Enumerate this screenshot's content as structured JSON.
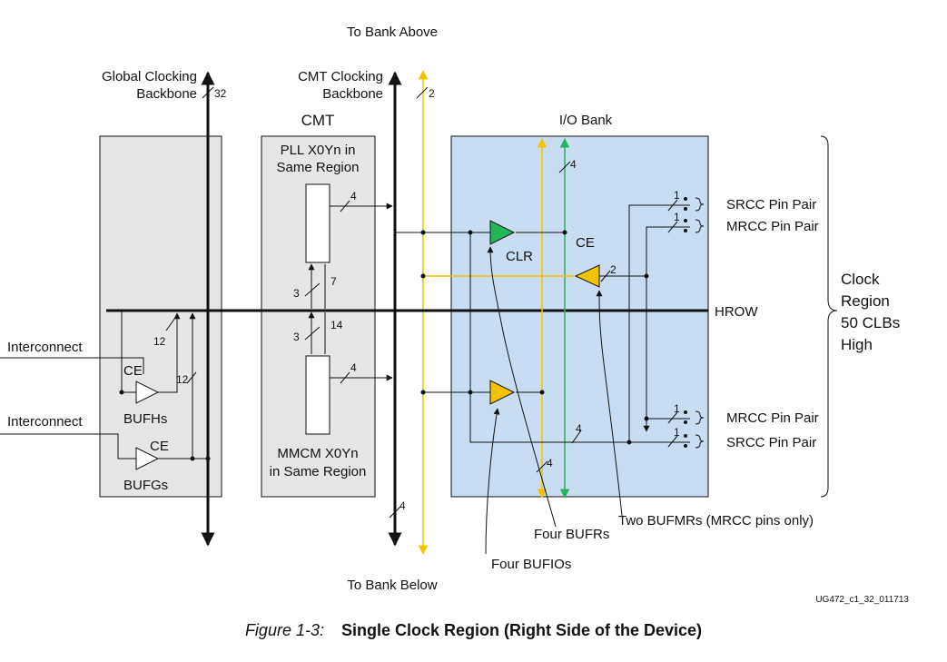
{
  "labels": {
    "to_bank_above": "To Bank Above",
    "to_bank_below": "To Bank Below",
    "global_backbone_1": "Global Clocking",
    "global_backbone_2": "Backbone",
    "global_width": "32",
    "cmt_backbone_1": "CMT Clocking",
    "cmt_backbone_2": "Backbone",
    "cmt_backbone_width": "2",
    "cmt_title": "CMT",
    "io_title": "I/O Bank",
    "pll_1": "PLL X0Yn in",
    "pll_2": "Same Region",
    "mmcm_1": "MMCM X0Yn",
    "mmcm_2": "in Same Region",
    "hrow": "HROW",
    "clock_region": [
      "Clock",
      "Region",
      "50 CLBs",
      "High"
    ],
    "srcc_top": "SRCC Pin Pair",
    "mrcc_top": "MRCC Pin Pair",
    "mrcc_bot": "MRCC Pin Pair",
    "srcc_bot": "SRCC Pin Pair",
    "interconnect_1": "Interconnect",
    "interconnect_2": "Interconnect",
    "ce_bufh": "CE",
    "ce_bufg": "CE",
    "bufhs": "BUFHs",
    "bufgs": "BUFGs",
    "clr": "CLR",
    "ce_bufmr": "CE",
    "four_bufrs": "Four BUFRs",
    "four_bufios": "Four BUFIOs",
    "two_bufmrs": "Two BUFMRs (MRCC pins only)",
    "doc_id": "UG472_c1_32_011713",
    "bus_widths": {
      "pll_out": "4",
      "mmcm_out": "4",
      "up_7": "7",
      "up_3": "3",
      "down_14": "14",
      "down_3": "3",
      "bufh_12a": "12",
      "bufh_12b": "12",
      "below_4": "4",
      "io_4_top": "4",
      "io_4_mid": "4",
      "io_4_bot": "4",
      "bufmr_2": "2",
      "pin_1a": "1",
      "pin_1b": "1",
      "pin_1c": "1",
      "pin_1d": "1"
    }
  },
  "colors": {
    "region_fill": "#e6e6e6",
    "io_fill": "#c9ddf2",
    "clock_yellow": "#f5c200",
    "clock_green": "#22b55a",
    "line": "#111111"
  },
  "caption": {
    "number": "Figure 1-3:",
    "title": "Single Clock Region (Right Side of the Device)"
  }
}
